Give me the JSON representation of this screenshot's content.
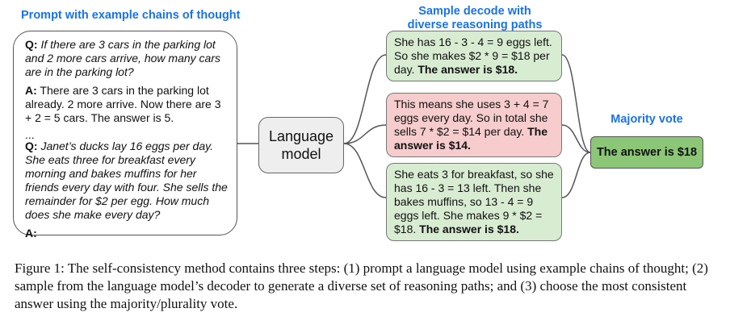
{
  "titles": {
    "prompt": "Prompt with example chains of thought",
    "decode_line1": "Sample decode with",
    "decode_line2": "diverse reasoning paths",
    "vote": "Majority vote"
  },
  "prompt": {
    "q1_label": "Q:",
    "q1_text": "If there are 3 cars in the parking lot and 2 more cars arrive, how many cars are in the parking lot?",
    "a1_label": "A:",
    "a1_text": "There are 3 cars in the parking lot already. 2 more arrive. Now there are 3 + 2 = 5 cars. The answer is 5.",
    "ellipsis": "...",
    "q2_label": "Q:",
    "q2_text": "Janet’s ducks lay 16 eggs per day. She eats three for breakfast every morning and bakes muffins for her friends every day with four. She sells the remainder for $2 per egg. How much does she make every day?",
    "a2_label": "A:"
  },
  "model": {
    "line1": "Language",
    "line2": "model"
  },
  "paths": [
    {
      "text": "She has 16 - 3 - 4 = 9 eggs left. So she makes $2 * 9 = $18 per day.",
      "answer": "The answer is $18.",
      "color": "#d8ecd2"
    },
    {
      "text": "This means she uses 3 + 4 = 7 eggs every day. So in total she sells 7 * $2 = $14 per day.",
      "answer": "The answer is $14.",
      "color": "#f6cccc"
    },
    {
      "text": "She eats 3 for breakfast, so she has 16 - 3 = 13 left. Then she bakes muffins, so 13 - 4 = 9 eggs left. She makes 9 * $2 = $18.",
      "answer": "The answer is $18.",
      "color": "#d8ecd2"
    }
  ],
  "final_answer": "The answer is $18",
  "caption": "Figure 1: The self-consistency method contains three steps: (1) prompt a language model using example chains of thought; (2) sample from the language model’s decoder to generate a diverse set of reasoning paths; and (3) choose the most consistent answer using the majority/plurality vote."
}
